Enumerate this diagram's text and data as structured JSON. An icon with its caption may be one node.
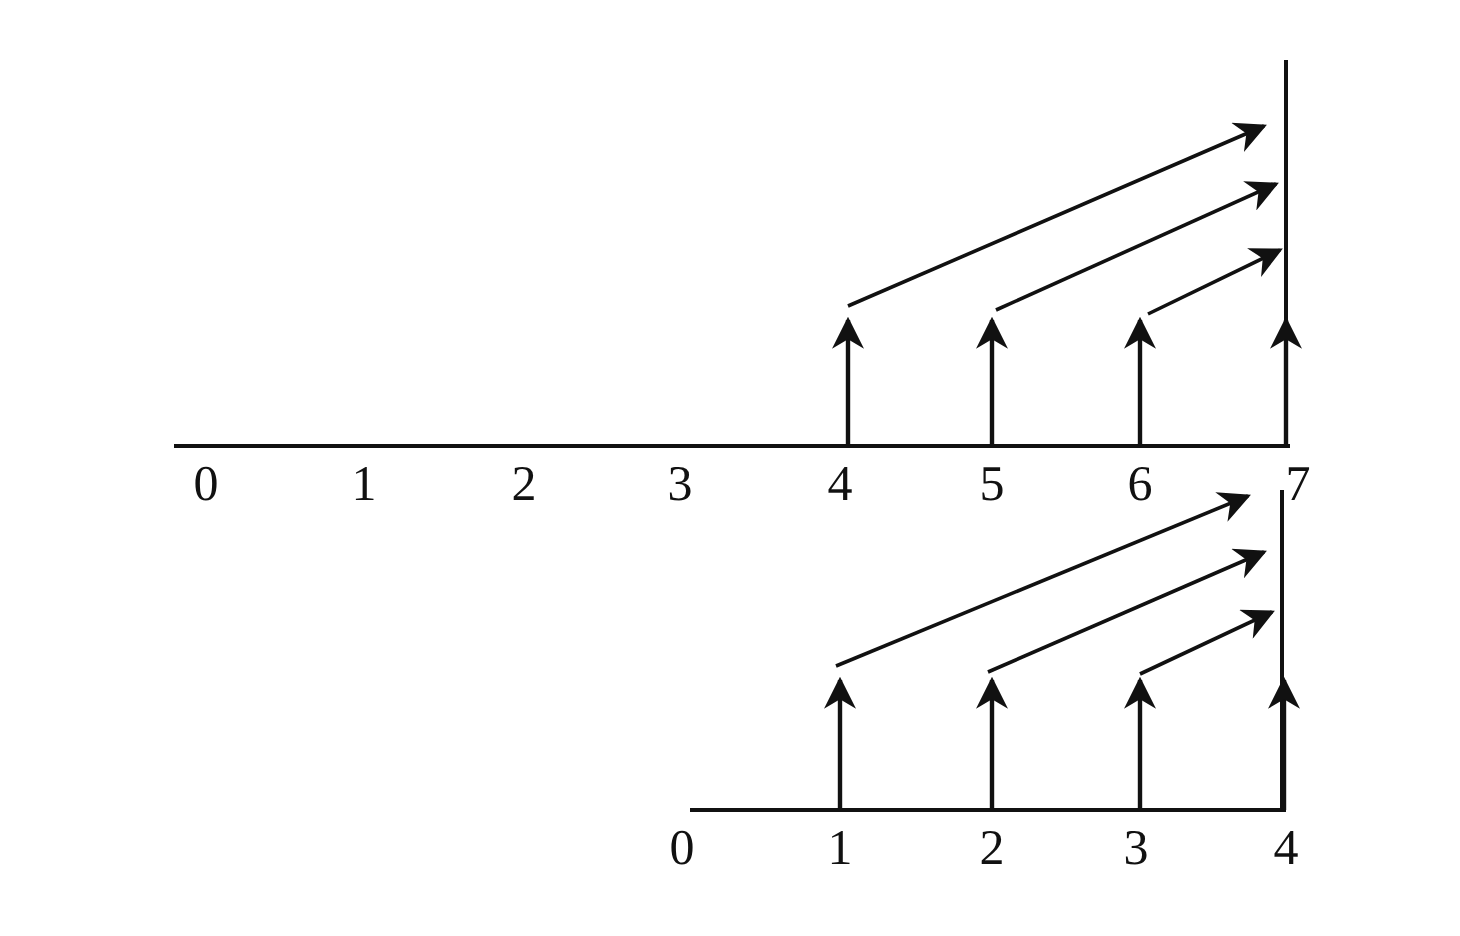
{
  "diagram": {
    "labels": [
      "0",
      "1",
      "2",
      "3",
      "4",
      "5",
      "6",
      "7",
      "0",
      "1",
      "2",
      "3",
      "4"
    ]
  }
}
